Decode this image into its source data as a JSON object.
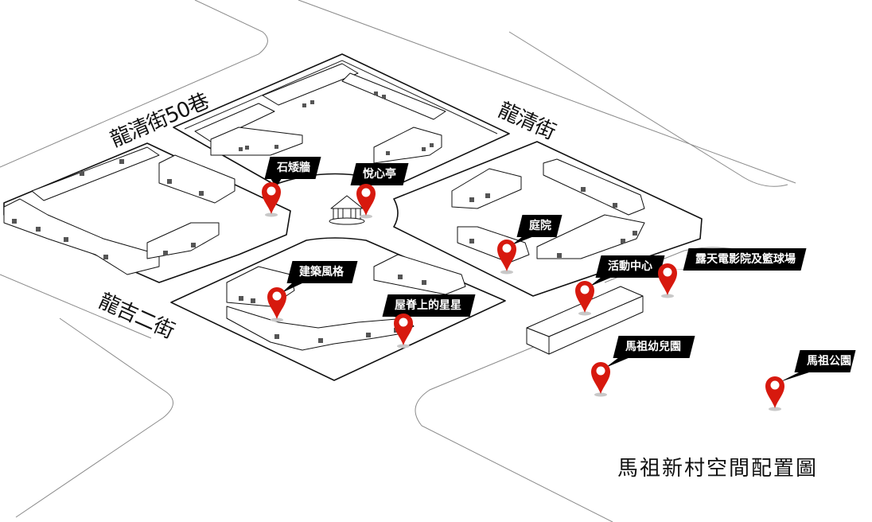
{
  "map": {
    "title": "馬祖新村空間配置圖",
    "pin_color": "#d7190e",
    "callout_color": "#000000",
    "streets": [
      {
        "id": "longqing-50-lane",
        "name": "龍清街50巷"
      },
      {
        "id": "longqing-street",
        "name": "龍清街"
      },
      {
        "id": "longji-2nd-street",
        "name": "龍吉二街"
      }
    ],
    "landmarks": [
      {
        "id": "stone-low-wall",
        "name": "石矮牆",
        "icon": "map-pin-icon"
      },
      {
        "id": "yuexin-pavilion",
        "name": "悅心亭",
        "icon": "map-pin-icon"
      },
      {
        "id": "courtyard",
        "name": "庭院",
        "icon": "map-pin-icon"
      },
      {
        "id": "activity-center",
        "name": "活動中心",
        "icon": "map-pin-icon"
      },
      {
        "id": "outdoor-cinema-court",
        "name": "露天電影院及籃球場",
        "icon": "map-pin-icon"
      },
      {
        "id": "architecture-style",
        "name": "建築風格",
        "icon": "map-pin-icon"
      },
      {
        "id": "star-on-ridge",
        "name": "屋脊上的星星",
        "icon": "map-pin-icon"
      },
      {
        "id": "matsu-kindergarten",
        "name": "馬祖幼兒園",
        "icon": "map-pin-icon"
      },
      {
        "id": "matsu-park",
        "name": "馬祖公園",
        "icon": "map-pin-icon"
      }
    ]
  }
}
